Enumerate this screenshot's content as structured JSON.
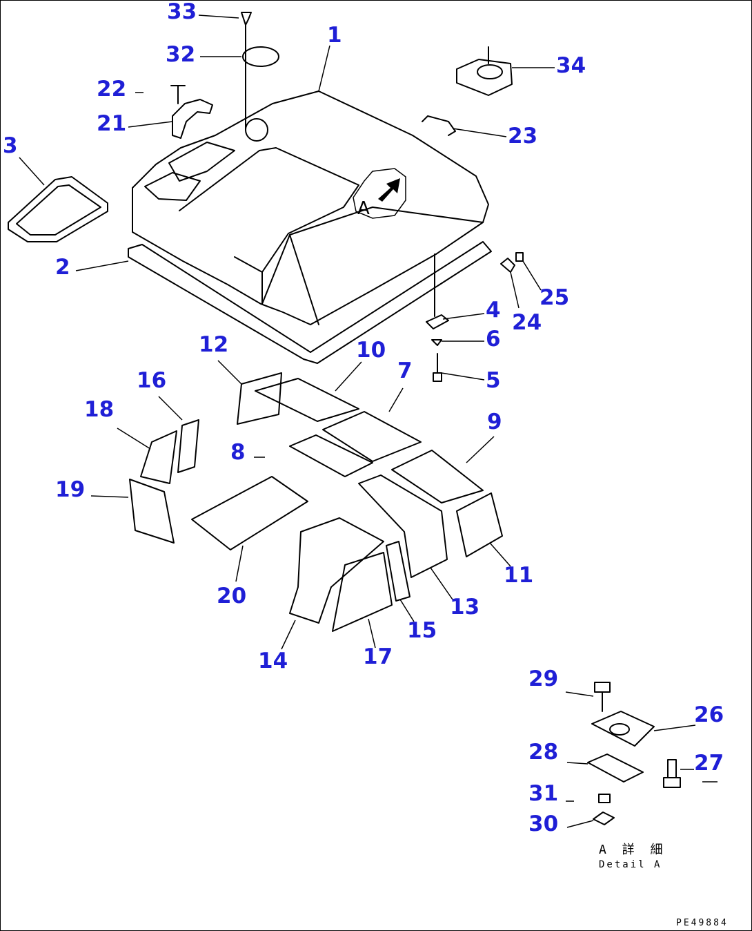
{
  "callouts": [
    {
      "id": "c1",
      "text": "1"
    },
    {
      "id": "c2",
      "text": "2"
    },
    {
      "id": "c3",
      "text": "3"
    },
    {
      "id": "c4",
      "text": "4"
    },
    {
      "id": "c5",
      "text": "5"
    },
    {
      "id": "c6",
      "text": "6"
    },
    {
      "id": "c7",
      "text": "7"
    },
    {
      "id": "c8",
      "text": "8"
    },
    {
      "id": "c9",
      "text": "9"
    },
    {
      "id": "c10",
      "text": "10"
    },
    {
      "id": "c11",
      "text": "11"
    },
    {
      "id": "c12",
      "text": "12"
    },
    {
      "id": "c13",
      "text": "13"
    },
    {
      "id": "c14",
      "text": "14"
    },
    {
      "id": "c15",
      "text": "15"
    },
    {
      "id": "c16",
      "text": "16"
    },
    {
      "id": "c17",
      "text": "17"
    },
    {
      "id": "c18",
      "text": "18"
    },
    {
      "id": "c19",
      "text": "19"
    },
    {
      "id": "c20",
      "text": "20"
    },
    {
      "id": "c21",
      "text": "21"
    },
    {
      "id": "c22",
      "text": "22"
    },
    {
      "id": "c23",
      "text": "23"
    },
    {
      "id": "c24",
      "text": "24"
    },
    {
      "id": "c25",
      "text": "25"
    },
    {
      "id": "c26",
      "text": "26"
    },
    {
      "id": "c27",
      "text": "27"
    },
    {
      "id": "c28",
      "text": "28"
    },
    {
      "id": "c29",
      "text": "29"
    },
    {
      "id": "c30",
      "text": "30"
    },
    {
      "id": "c31",
      "text": "31"
    },
    {
      "id": "c32",
      "text": "32"
    },
    {
      "id": "c33",
      "text": "33"
    },
    {
      "id": "c34",
      "text": "34"
    }
  ],
  "view_marker": "A",
  "detail_label_jp": "A 詳 細",
  "detail_label_en": "Detail A",
  "drawing_number": "PE49884",
  "colors": {
    "callout": "#1f1fd6",
    "line": "#000000",
    "background": "#ffffff"
  }
}
